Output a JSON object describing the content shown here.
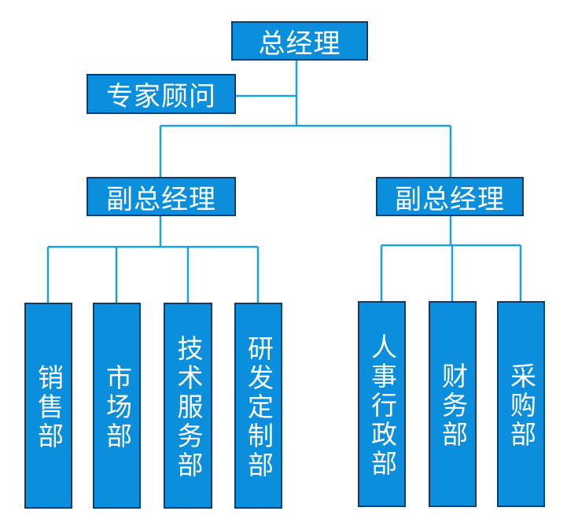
{
  "colors": {
    "box_fill": "#0b8fdc",
    "box_border": "#0a3d6b",
    "connector": "#1ea0d8",
    "text": "#ffffff"
  },
  "root": {
    "label": "总经理"
  },
  "advisor": {
    "label": "专家顾问"
  },
  "vp_left": {
    "label": "副总经理",
    "departments": [
      {
        "label": "销售部"
      },
      {
        "label": "市场部"
      },
      {
        "label": "技术服务部"
      },
      {
        "label": "研发定制部"
      }
    ]
  },
  "vp_right": {
    "label": "副总经理",
    "departments": [
      {
        "label": "人事行政部"
      },
      {
        "label": "财务部"
      },
      {
        "label": "采购部"
      }
    ]
  }
}
